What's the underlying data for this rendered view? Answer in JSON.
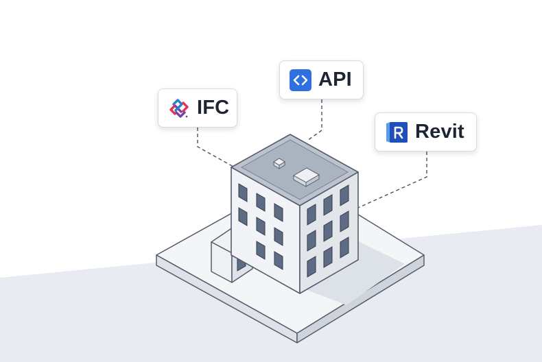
{
  "integrations": [
    {
      "id": "ifc",
      "label": "IFC",
      "icon": "ifc-logo-icon"
    },
    {
      "id": "api",
      "label": "API",
      "icon": "code-brackets-icon"
    },
    {
      "id": "revit",
      "label": "Revit",
      "icon": "revit-logo-icon"
    }
  ],
  "colors": {
    "background_floor": "#e8ecf2",
    "building_face": "#f3f4f6",
    "window": "#5d6b85",
    "api_icon": "#2f6fe0",
    "revit_icon": "#1f4fb8",
    "ifc_red": "#e2354f",
    "ifc_purple": "#7a3fa8",
    "ifc_blue": "#2a7fc7",
    "text": "#1d2433"
  }
}
